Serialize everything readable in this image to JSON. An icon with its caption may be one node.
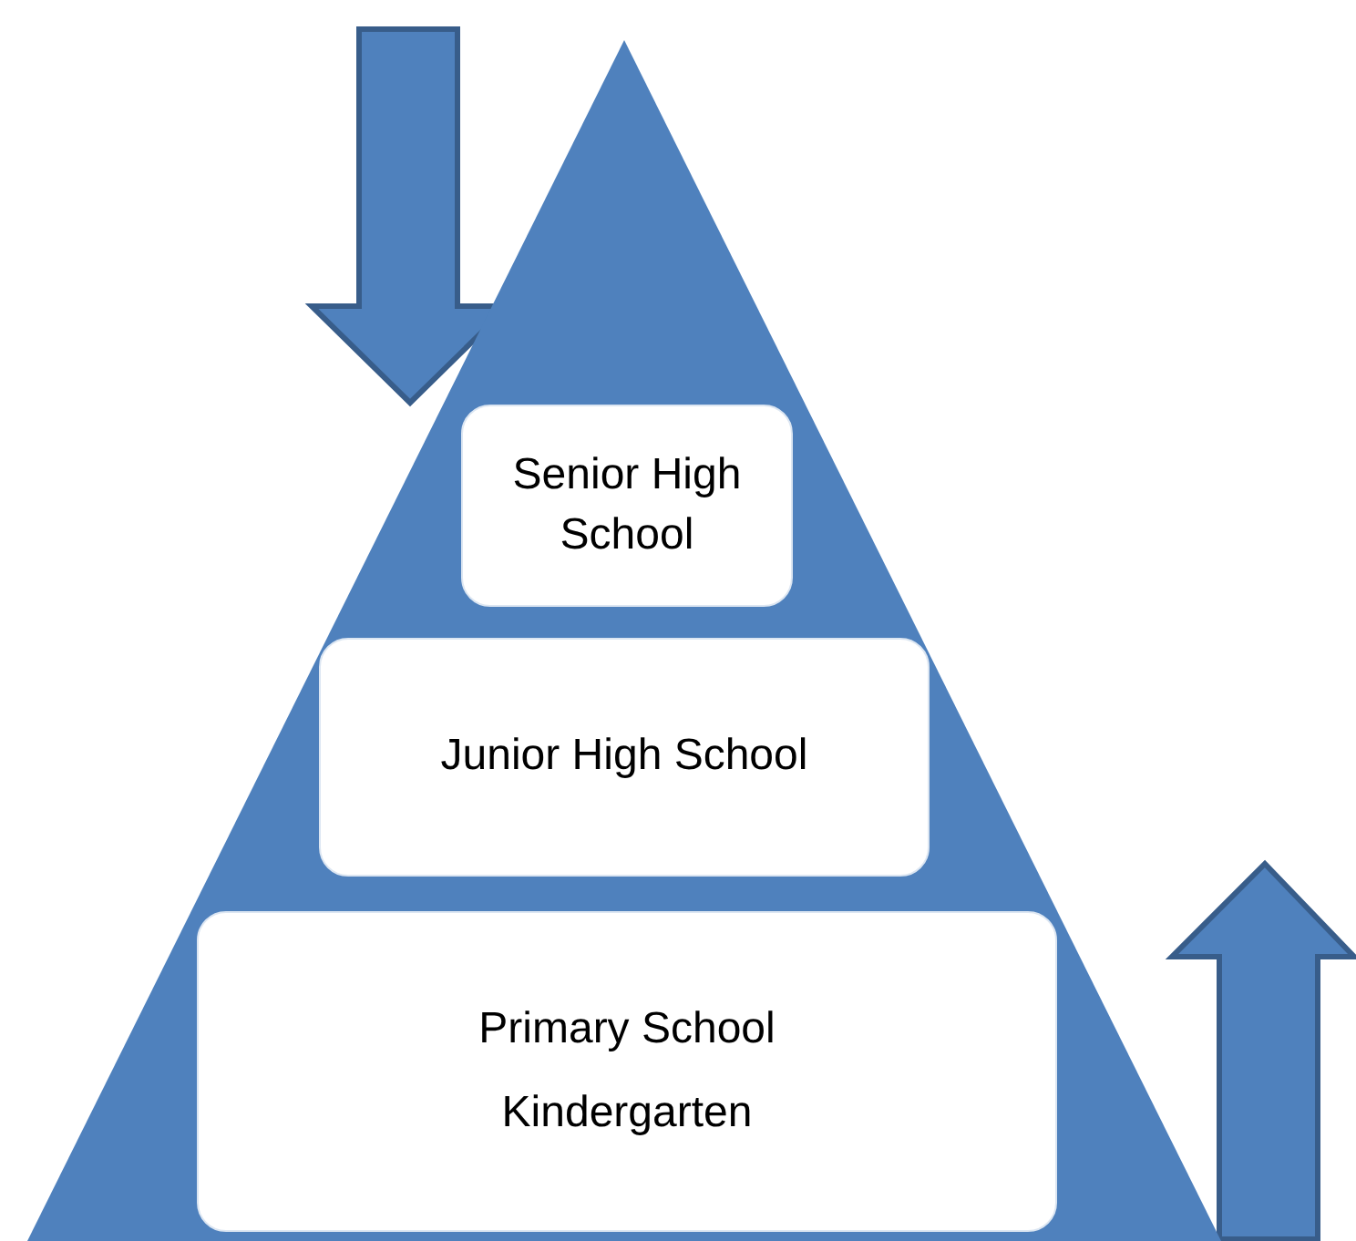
{
  "diagram": {
    "nodes": [
      {
        "text": [],
        "shape": "triangle"
      },
      {
        "text": [
          "Senior High School"
        ],
        "in": 0
      },
      {
        "text": [
          "Junior High School"
        ],
        "in": 0
      },
      {
        "text": [
          "Primary School",
          "Kindergarten"
        ],
        "in": 0
      }
    ]
  }
}
